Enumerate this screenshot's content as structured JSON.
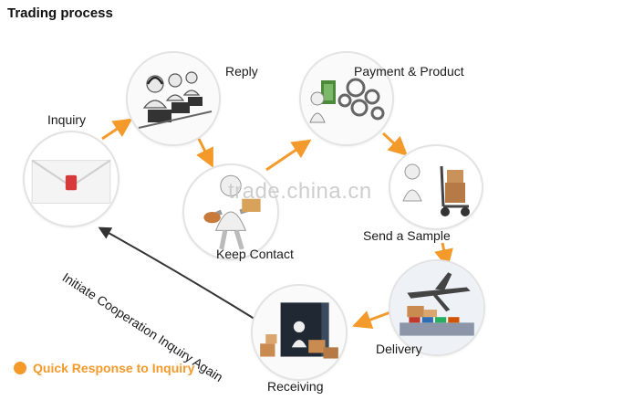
{
  "title": "Trading process",
  "steps": [
    {
      "label": "Inquiry",
      "icon": "envelope-icon"
    },
    {
      "label": "Reply",
      "icon": "call-center-icon"
    },
    {
      "label": "Keep Contact",
      "icon": "handshake-figure-icon"
    },
    {
      "label": "Payment & Product",
      "icon": "gears-money-icon"
    },
    {
      "label": "Send a Sample",
      "icon": "hand-truck-icon"
    },
    {
      "label": "Delivery",
      "icon": "airplane-cargo-icon"
    },
    {
      "label": "Receiving",
      "icon": "container-boxes-icon"
    }
  ],
  "loop_label": "Initiate Cooperation Inquiry Again",
  "watermark": "trade.china.cn",
  "legend": {
    "text": "Quick Response to Inquiry",
    "color": "#f39a2b"
  },
  "arrow_color": "#f39a2b",
  "loop_arrow_color": "#333333"
}
